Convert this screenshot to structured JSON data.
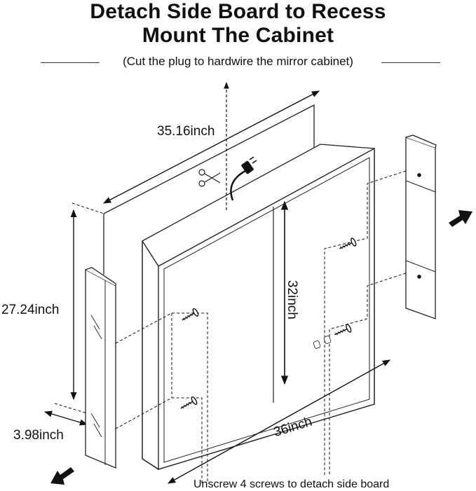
{
  "title": {
    "line1": "Detach Side Board to Recess",
    "line2": "Mount The Cabinet"
  },
  "subtitle": "(Cut the plug to hardwire the mirror cabinet)",
  "dimensions": {
    "width": "35.16inch",
    "height": "27.24inch",
    "depth": "3.98inch",
    "door_height": "32inch",
    "door_width": "36inch"
  },
  "caption": "Unscrew 4 screws to detach side board",
  "icons": [
    "scissors-icon",
    "power-plug-icon",
    "screw-icon",
    "arrow-icon"
  ]
}
